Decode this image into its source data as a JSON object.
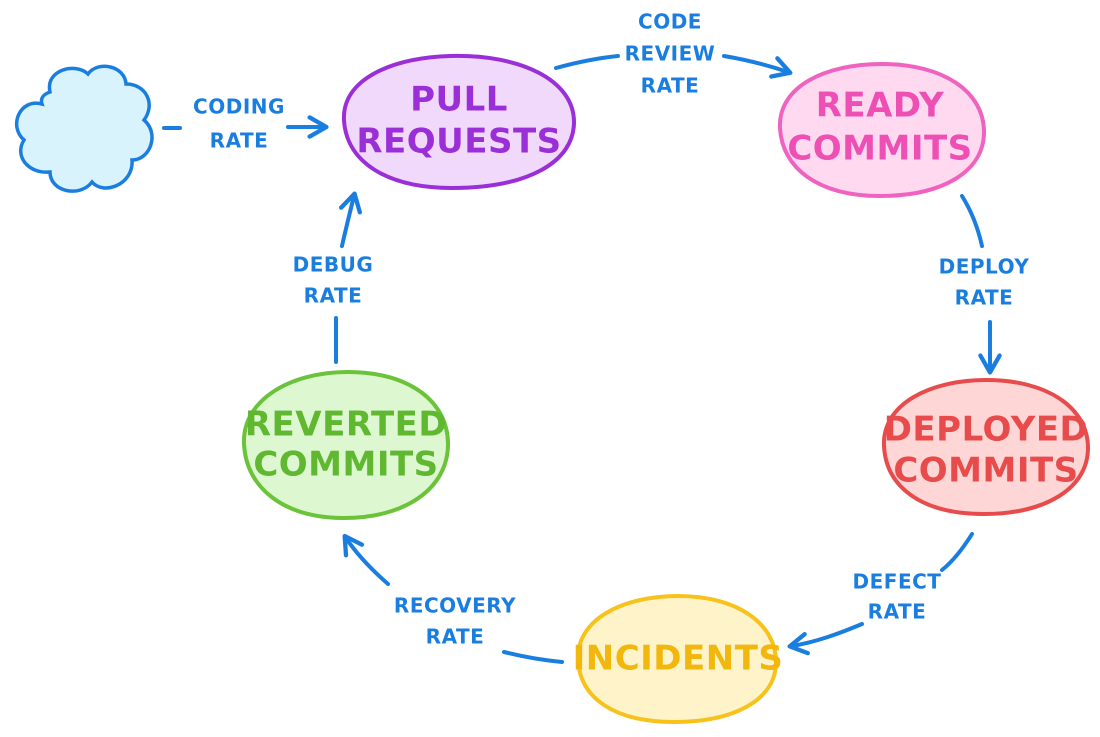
{
  "nodes": {
    "pull_requests": {
      "line1": "PULL",
      "line2": "REQUESTS",
      "fill": "#f0d9fb",
      "stroke": "#9a2fd8",
      "text": "#9a2fd8"
    },
    "ready_commits": {
      "line1": "READY",
      "line2": "COMMITS",
      "fill": "#ffd9ef",
      "stroke": "#f062c0",
      "text": "#ee4fb4"
    },
    "deployed_commits": {
      "line1": "DEPLOYED",
      "line2": "COMMITS",
      "fill": "#ffd6d6",
      "stroke": "#e84b4b",
      "text": "#e84b4b"
    },
    "incidents": {
      "line1": "INCIDENTS",
      "fill": "#fff4c9",
      "stroke": "#f7c21b",
      "text": "#f2b70c"
    },
    "reverted_commits": {
      "line1": "REVERTED",
      "line2": "COMMITS",
      "fill": "#ddf7d0",
      "stroke": "#6bc33a",
      "text": "#5fb830"
    },
    "source_cloud": {
      "fill": "#d9f3fd",
      "stroke": "#1a7ee0"
    }
  },
  "rates": {
    "coding": {
      "line1": "CODING",
      "line2": "RATE"
    },
    "code_review": {
      "line1": "CODE",
      "line2": "REVIEW",
      "line3": "RATE"
    },
    "deploy": {
      "line1": "DEPLOY",
      "line2": "RATE"
    },
    "defect": {
      "line1": "DEFECT",
      "line2": "RATE"
    },
    "recovery": {
      "line1": "RECOVERY",
      "line2": "RATE"
    },
    "debug": {
      "line1": "DEBUG",
      "line2": "RATE"
    }
  },
  "colors": {
    "arrow": "#1a7ee0",
    "background": "#ffffff"
  }
}
